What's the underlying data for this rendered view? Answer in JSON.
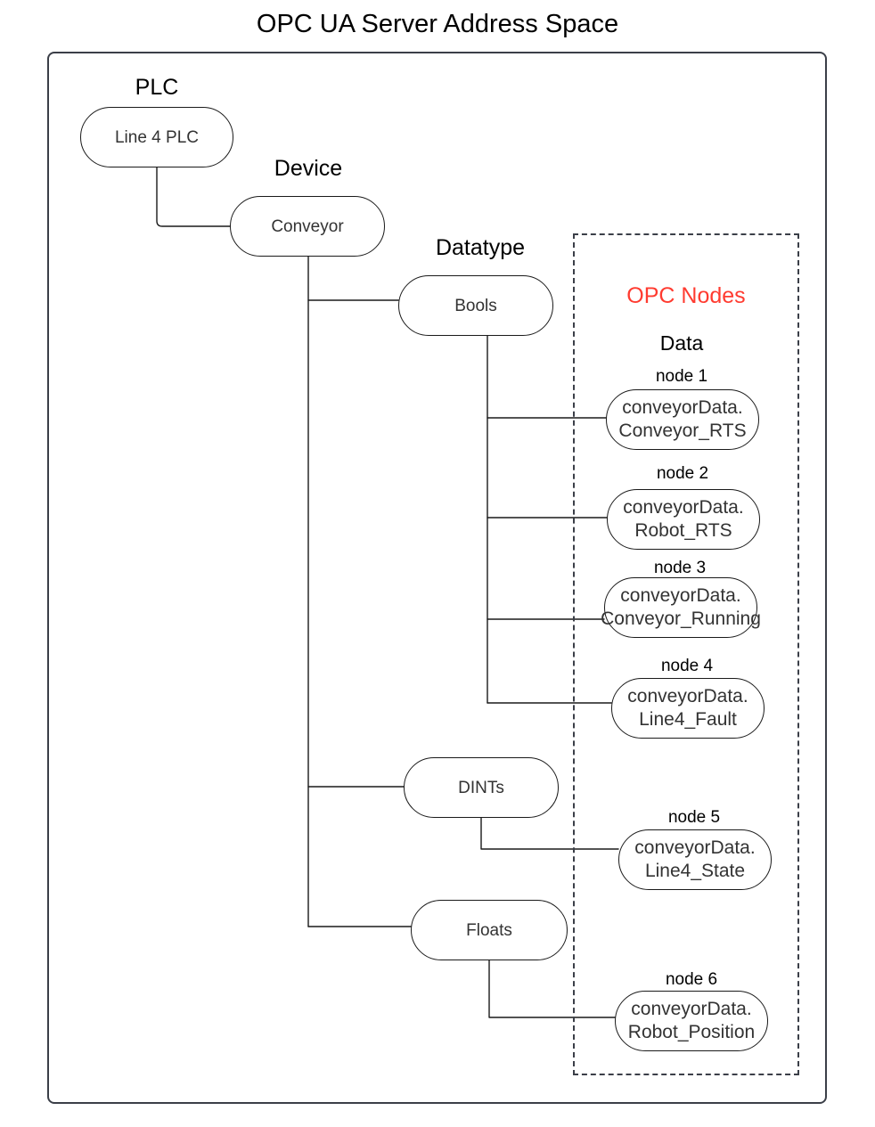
{
  "title": "OPC UA Server Address Space",
  "frames": {
    "outer_label": "server-address-space-frame",
    "dashed_label": "opc-nodes-group-frame"
  },
  "captions": {
    "plc": "PLC",
    "device": "Device",
    "datatype": "Datatype",
    "opc_nodes": "OPC Nodes",
    "data": "Data"
  },
  "colors": {
    "opc_nodes_accent": "#FF3B30",
    "frame_stroke": "#3b3f48",
    "node_stroke": "#1a1a1a",
    "text": "#333333",
    "caption_text": "#000000",
    "background": "#ffffff"
  },
  "tree": {
    "plc": {
      "label": "Line 4 PLC"
    },
    "device": {
      "label": "Conveyor"
    },
    "datatypes": [
      {
        "label": "Bools"
      },
      {
        "label": "DINTs"
      },
      {
        "label": "Floats"
      }
    ]
  },
  "opc_nodes": [
    {
      "caption": "node 1",
      "line1": "conveyorData.",
      "line2": "Conveyor_RTS",
      "datatype": "Bools"
    },
    {
      "caption": "node 2",
      "line1": "conveyorData.",
      "line2": "Robot_RTS",
      "datatype": "Bools"
    },
    {
      "caption": "node 3",
      "line1": "conveyorData.",
      "line2": "Conveyor_Running",
      "datatype": "Bools"
    },
    {
      "caption": "node 4",
      "line1": "conveyorData.",
      "line2": "Line4_Fault",
      "datatype": "Bools"
    },
    {
      "caption": "node 5",
      "line1": "conveyorData.",
      "line2": "Line4_State",
      "datatype": "DINTs"
    },
    {
      "caption": "node 6",
      "line1": "conveyorData.",
      "line2": "Robot_Position",
      "datatype": "Floats"
    }
  ]
}
